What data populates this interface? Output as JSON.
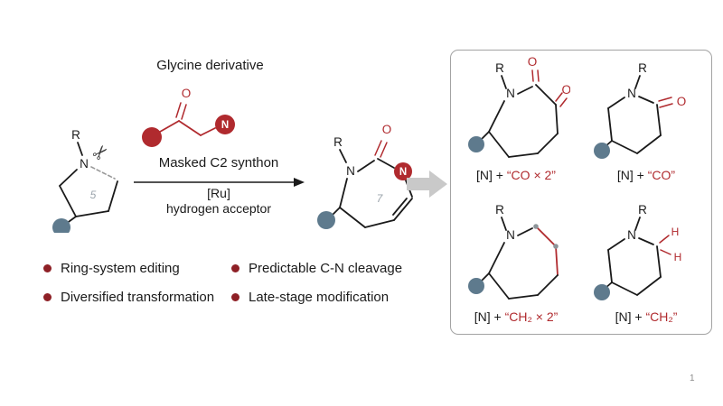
{
  "colors": {
    "red": "#b02a2e",
    "ball": "#5e7a8d",
    "ink": "#1a1a1a",
    "muted": "#9aa3ab",
    "bullet": "#8e2026",
    "arrow_gray": "#c9c9c9"
  },
  "scheme": {
    "glycine_label": "Glycine derivative",
    "synthon_label": "Masked C2 synthon",
    "catalyst": "[Ru]",
    "condition": "hydrogen acceptor"
  },
  "atoms": {
    "r": "R",
    "n": "N",
    "o": "O",
    "h": "H"
  },
  "rings": {
    "five": "5",
    "seven": "7"
  },
  "icons": {
    "scissors": "✂"
  },
  "bullets": [
    {
      "text": "Ring-system editing"
    },
    {
      "text": "Diversified transformation"
    },
    {
      "text": "Predictable C-N cleavage"
    },
    {
      "text": "Late-stage modification"
    }
  ],
  "panel": {
    "labels": [
      {
        "prefix": "[N] + ",
        "fragment": "“CO × 2”"
      },
      {
        "prefix": "[N] + ",
        "fragment": "“CO”"
      },
      {
        "prefix": "[N] + ",
        "fragment": "“CH₂ × 2”"
      },
      {
        "prefix": "[N] + ",
        "fragment": "“CH₂”"
      }
    ]
  },
  "page_number": "1"
}
